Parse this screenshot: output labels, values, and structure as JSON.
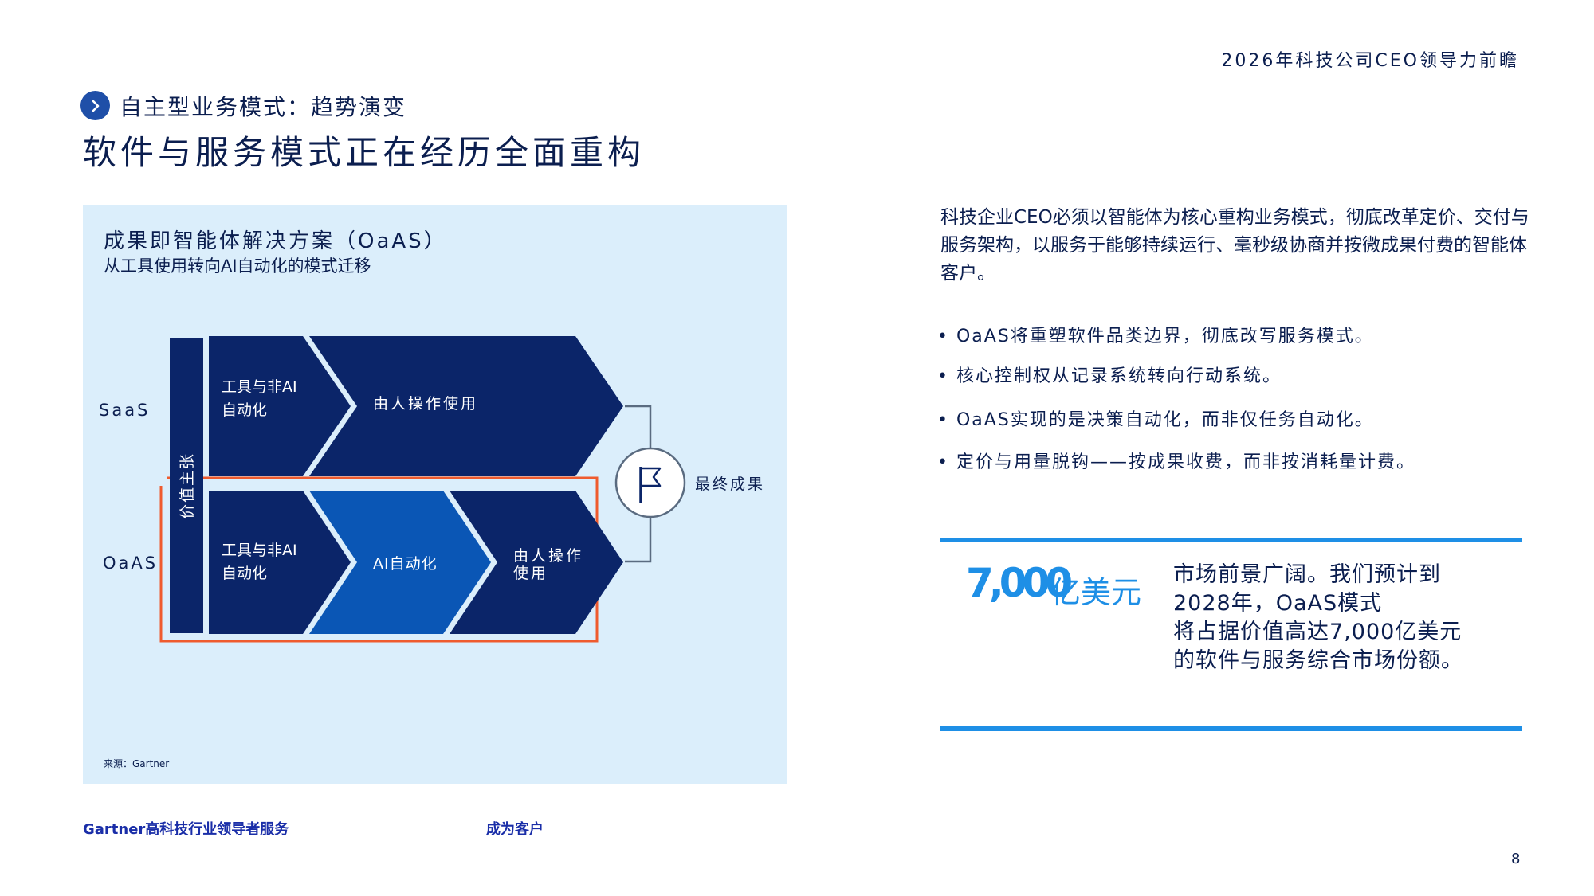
{
  "header": {
    "report_title": "2026年科技公司CEO领导力前瞻"
  },
  "section": {
    "label": "自主型业务模式：趋势演变",
    "badge_icon": "chevron-right-icon"
  },
  "headline": "软件与服务模式正在经历全面重构",
  "diagram": {
    "title": "成果即智能体解决方案（OaAS）",
    "subtitle": "从工具使用转向AI自动化的模式迁移",
    "rows": [
      {
        "label": "SaaS",
        "stages": [
          "工具与非AI自动化",
          "由人操作使用"
        ]
      },
      {
        "label": "OaAS",
        "stages": [
          "工具与非AI自动化",
          "AI自动化",
          "由人操作使用"
        ]
      }
    ],
    "value_proposition_label": "价值主张",
    "outcome_label": "最终成果",
    "source": "来源：Gartner",
    "colors": {
      "dark": "#0b2569",
      "accent": "#0a56b5",
      "highlight": "#ef5b2e",
      "connector": "#5a6b80"
    }
  },
  "intro": "科技企业CEO必须以智能体为核心重构业务模式，彻底改革定价、交付与服务架构，以服务于能够持续运行、毫秒级协商并按微成果付费的智能体客户。",
  "bullets": [
    "OaAS将重塑软件品类边界，彻底改写服务模式。",
    "核心控制权从记录系统转向行动系统。",
    "OaAS实现的是决策自动化，而非仅任务自动化。",
    "定价与用量脱钩——按成果收费，而非按消耗量计费。"
  ],
  "stat": {
    "value": "7,000",
    "unit": "亿美元",
    "desc_lines": [
      "市场前景广阔。我们预计到",
      "2028年，OaAS模式",
      "将占据价值高达7,000亿美元",
      "的软件与服务综合市场份额。"
    ]
  },
  "footer": {
    "left": "Gartner高科技行业领导者服务",
    "middle": "成为客户",
    "page": "8"
  }
}
